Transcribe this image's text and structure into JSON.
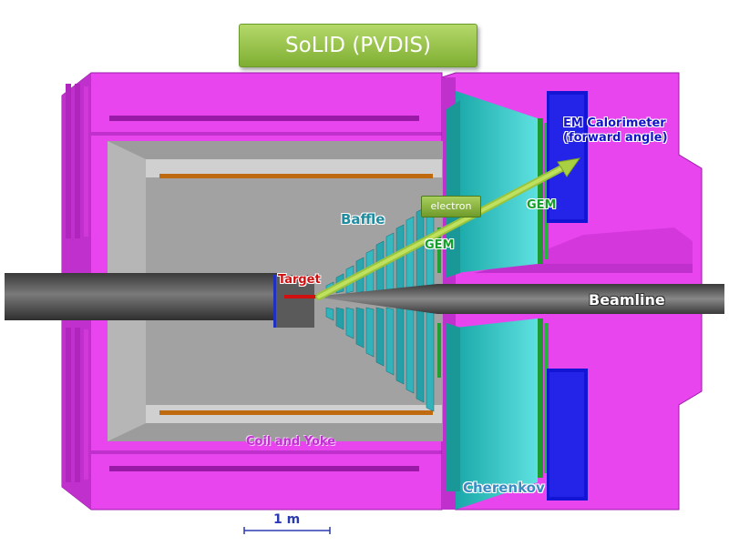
{
  "title": "SoLID (PVDIS)",
  "labels": {
    "em_calorimeter_line1": "EM Calorimeter",
    "em_calorimeter_line2": "(forward angle)",
    "gem_upper": "GEM",
    "gem_lower": "GEM",
    "baffle": "Baffle",
    "electron": "electron",
    "target": "Target",
    "beamline": "Beamline",
    "coil_and_yoke": "Coil and Yoke",
    "cherenkov": "Cherenkov",
    "scale": "1 m"
  },
  "colors": {
    "yoke": "#e040e8",
    "yoke_dark": "#a020b0",
    "coil_gray": "#9a9a9a",
    "cryostat_light": "#d8d8d8",
    "coil_bar": "#c06a10",
    "cherenkov": "#20b0b0",
    "baffle": "#2aa0a8",
    "calorimeter": "#1a1ad8",
    "gem": "#20a030",
    "beamline": "#555555",
    "target": "#d01010",
    "electron_track": "#a8d040"
  }
}
